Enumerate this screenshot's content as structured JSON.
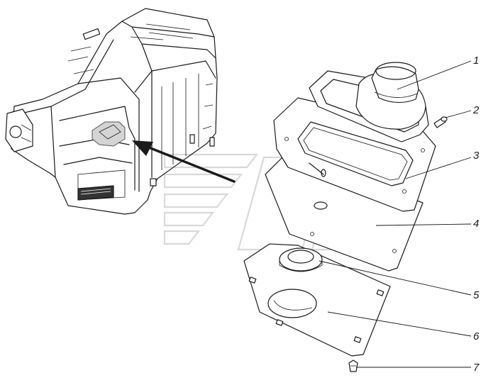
{
  "diagram": {
    "arrow_color": "#1a1a1a",
    "callout_fill": "#d4d4d4",
    "callouts": [
      {
        "id": "1",
        "label": "1"
      },
      {
        "id": "2",
        "label": "2"
      },
      {
        "id": "3",
        "label": "3"
      },
      {
        "id": "4",
        "label": "4"
      },
      {
        "id": "5",
        "label": "5"
      },
      {
        "id": "6",
        "label": "6"
      },
      {
        "id": "7",
        "label": "7"
      }
    ]
  }
}
